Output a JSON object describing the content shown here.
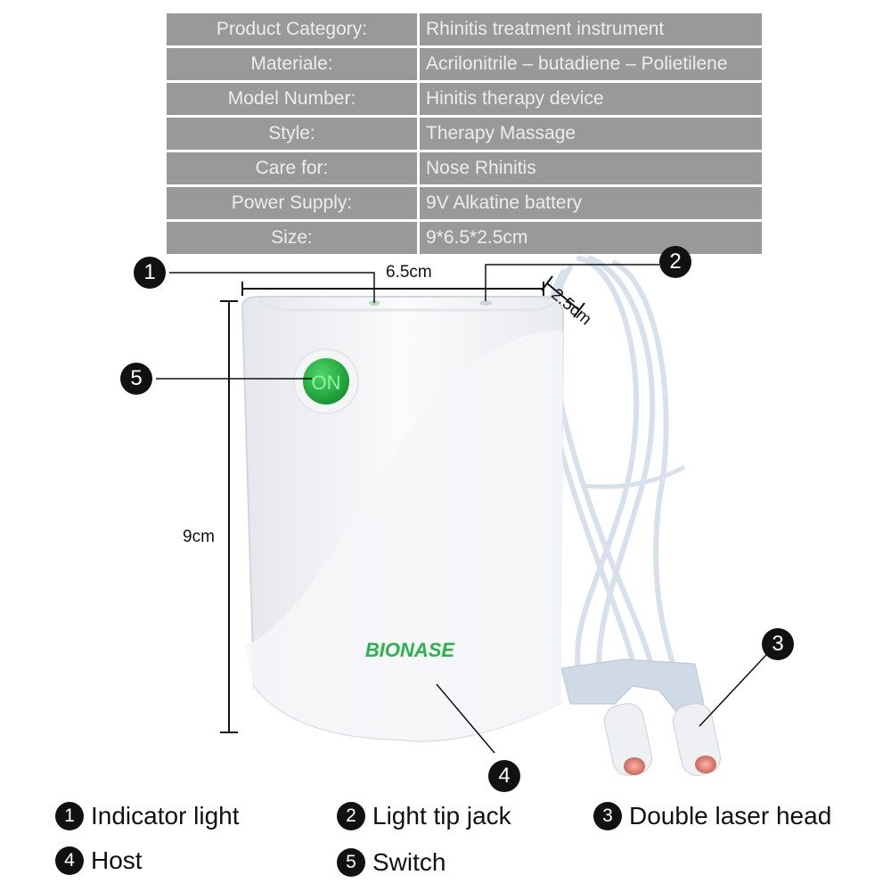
{
  "specs": [
    {
      "label": "Product Category:",
      "value": "Rhinitis treatment instrument"
    },
    {
      "label": "Materiale:",
      "value": "Acrilonitrile – butadiene – Polietilene"
    },
    {
      "label": "Model Number:",
      "value": "Hinitis therapy device"
    },
    {
      "label": "Style:",
      "value": "Therapy Massage"
    },
    {
      "label": "Care for:",
      "value": "Nose Rhinitis"
    },
    {
      "label": "Power Supply:",
      "value": "9V Alkatine battery"
    },
    {
      "label": "Size:",
      "value": "9*6.5*2.5cm"
    }
  ],
  "dimensions": {
    "width": "6.5cm",
    "depth": "2.5cm",
    "height": "9cm"
  },
  "device": {
    "brand": "BIONASE",
    "button_label": "ON"
  },
  "legend": [
    {
      "num": "1",
      "label": "Indicator light"
    },
    {
      "num": "2",
      "label": "Light tip jack"
    },
    {
      "num": "3",
      "label": "Double laser head"
    },
    {
      "num": "4",
      "label": "Host"
    },
    {
      "num": "5",
      "label": "Switch"
    }
  ],
  "colors": {
    "table_bg": "#999999",
    "button_green": "#1fa83a",
    "brand_green": "#2bb24c",
    "cable": "#dfe8f1"
  }
}
